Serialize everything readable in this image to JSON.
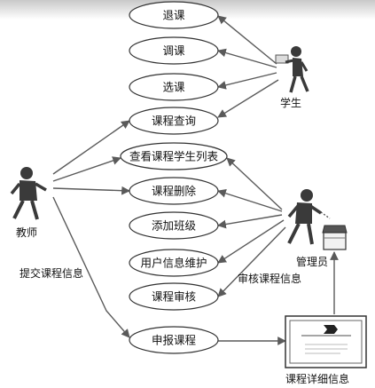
{
  "actors": {
    "student": {
      "label": "学生",
      "icon": "student-figure-icon"
    },
    "teacher": {
      "label": "教师",
      "icon": "teacher-figure-icon"
    },
    "admin": {
      "label": "管理员",
      "icon": "admin-figure-icon"
    }
  },
  "use_cases": [
    {
      "id": "drop",
      "label": "退课"
    },
    {
      "id": "adjust",
      "label": "调课"
    },
    {
      "id": "select",
      "label": "选课"
    },
    {
      "id": "query",
      "label": "课程查询"
    },
    {
      "id": "students",
      "label": "查看课程学生列表"
    },
    {
      "id": "delete",
      "label": "课程删除"
    },
    {
      "id": "addclass",
      "label": "添加班级"
    },
    {
      "id": "userinfo",
      "label": "用户信息维护"
    },
    {
      "id": "review",
      "label": "课程审核"
    },
    {
      "id": "apply",
      "label": "申报课程"
    }
  ],
  "notes": {
    "submit": "提交课程信息",
    "review_info": "审核课程信息",
    "course_detail": "课程详细信息"
  },
  "colors": {
    "line": "#5a5a5a",
    "ellipse_stroke": "#333333",
    "figure": "#3a3a3a"
  }
}
